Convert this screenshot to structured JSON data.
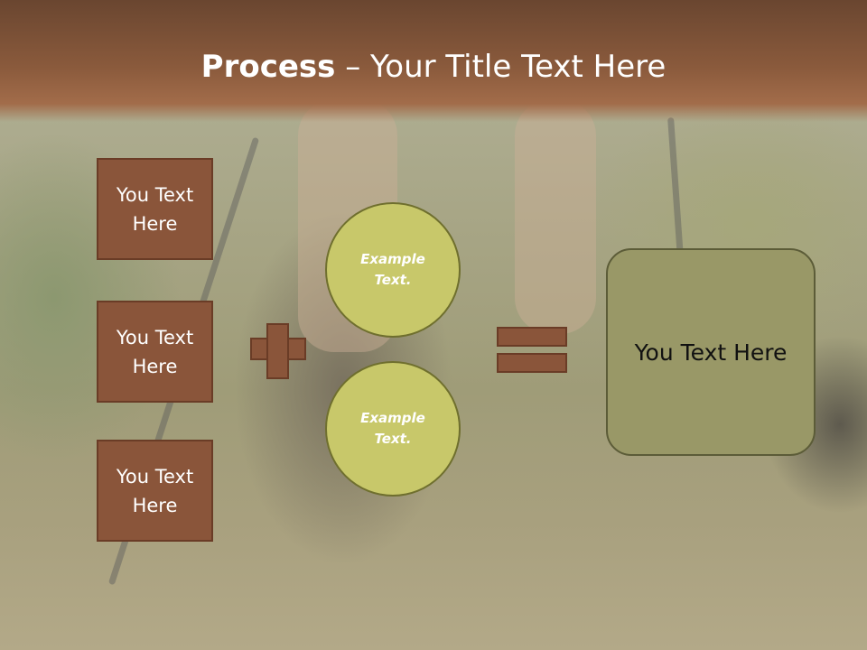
{
  "title": {
    "bold": "Process",
    "separator": " – ",
    "rest": "Your Title Text Here"
  },
  "boxes": [
    {
      "line1": "You Text",
      "line2": "Here"
    },
    {
      "line1": "You Text",
      "line2": "Here"
    },
    {
      "line1": "You Text",
      "line2": "Here"
    }
  ],
  "circles": [
    {
      "line1": "Example",
      "line2": "Text."
    },
    {
      "line1": "Example",
      "line2": "Text."
    }
  ],
  "result": {
    "label": "You Text Here"
  },
  "colors": {
    "header": "#8a5a3c",
    "box": "#8a553a",
    "circle": "#c8c86a",
    "result": "#999867"
  }
}
